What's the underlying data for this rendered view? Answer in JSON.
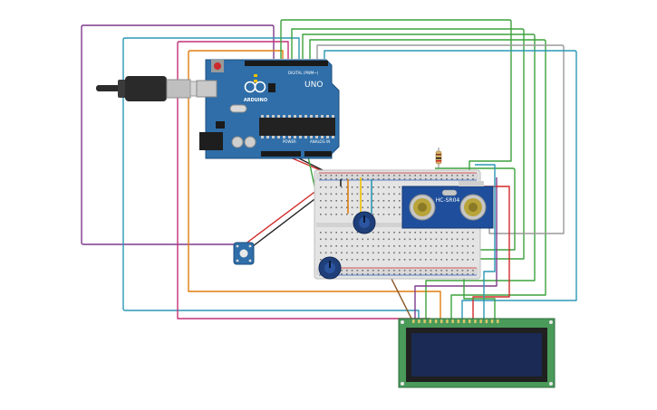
{
  "arduino": {
    "brand": "ARDUINO",
    "model": "UNO",
    "digital_header_label": "DIGITAL (PWM~)",
    "power_label": "POWER",
    "analog_label": "ANALOG IN"
  },
  "ultrasonic": {
    "label": "HC-SR04"
  },
  "colors": {
    "board": "#2f6ea8",
    "breadboard": "#e4e4e4",
    "lcd_pcb": "#4a9a5a",
    "lcd_screen": "#1b2a55",
    "sensor": "#1f4f9c",
    "wire_purple": "#7d3a8c",
    "wire_teal": "#2c98b5",
    "wire_magenta": "#c4317a",
    "wire_orange": "#e07d10",
    "wire_green": "#3da23d",
    "wire_gray": "#9a9a9a",
    "wire_red": "#d22a2a",
    "wire_black": "#222222",
    "wire_brown": "#8a5a2b"
  }
}
